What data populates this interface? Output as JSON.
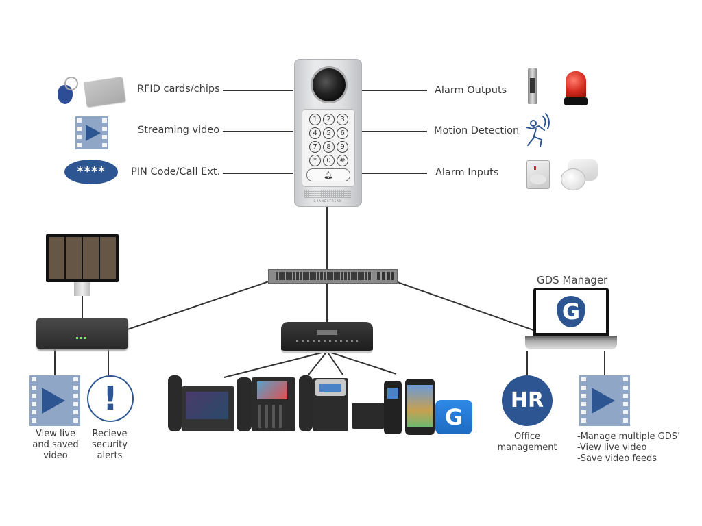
{
  "diagram": {
    "title": "GDS Door System Network Diagram",
    "center_device": {
      "name": "GDS door intercom",
      "brand_text": "GRANDSTREAM",
      "keypad": [
        "1",
        "2",
        "3",
        "4",
        "5",
        "6",
        "7",
        "8",
        "9",
        "*",
        "0",
        "#"
      ]
    },
    "left_features": [
      {
        "label": "RFID cards/chips",
        "icon": "rfid-card-icon"
      },
      {
        "label": "Streaming video",
        "icon": "video-film-icon"
      },
      {
        "label": "PIN Code/Call Ext.",
        "icon": "pin-code-icon",
        "icon_text": "****"
      }
    ],
    "right_features": [
      {
        "label": "Alarm Outputs",
        "icon": "alarm-output-icon"
      },
      {
        "label": "Motion Detection",
        "icon": "motion-icon"
      },
      {
        "label": "Alarm Inputs",
        "icon": "alarm-input-icon"
      }
    ],
    "nvr_branch": {
      "outputs": [
        {
          "label_lines": [
            "View live",
            "and saved",
            "video"
          ],
          "icon": "video-film-icon"
        },
        {
          "label_lines": [
            "Recieve",
            "security",
            "alerts"
          ],
          "icon": "alert-icon"
        }
      ]
    },
    "gds_manager": {
      "title": "GDS Manager",
      "outputs": [
        {
          "label_lines": [
            "Office",
            "management"
          ],
          "icon": "hr-icon",
          "icon_text": "HR"
        },
        {
          "label_lines": [
            "-Manage multiple GDS’",
            "-View live video",
            "-Save video feeds"
          ],
          "icon": "video-film-icon"
        }
      ]
    },
    "colors": {
      "accent_blue": "#2c5591",
      "film_blue": "#8fa6c6",
      "line": "#222222",
      "text": "#3a3a3a",
      "alarm_red": "#d42a1e"
    }
  }
}
